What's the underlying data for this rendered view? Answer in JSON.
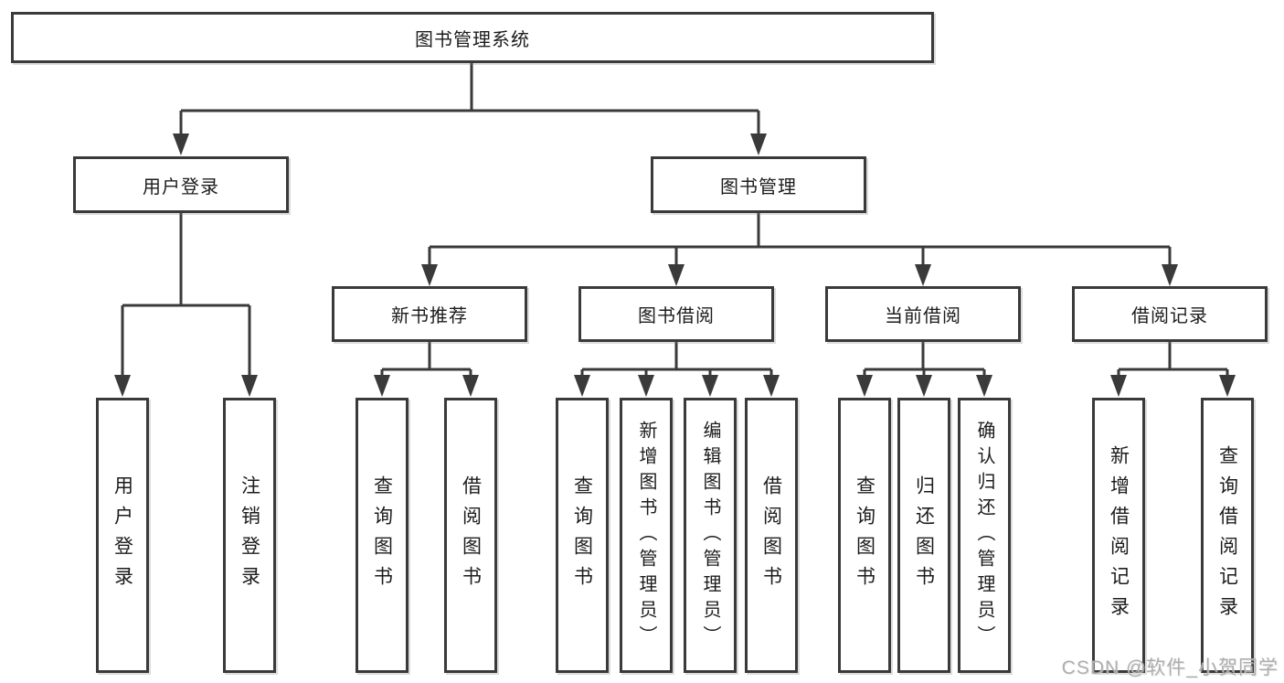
{
  "root": {
    "label": "图书管理系统"
  },
  "level2": {
    "user_login": "用户登录",
    "book_mgmt": "图书管理"
  },
  "level3": {
    "new_books": "新书推荐",
    "borrowing": "图书借阅",
    "current": "当前借阅",
    "records": "借阅记录"
  },
  "leaves": {
    "user_login": [
      "用户登录",
      "注销登录"
    ],
    "new_books": [
      "查询图书",
      "借阅图书"
    ],
    "borrowing": [
      "查询图书",
      "新增图书（管理员）",
      "编辑图书（管理员）",
      "借阅图书"
    ],
    "current": [
      "查询图书",
      "归还图书",
      "确认归还（管理员）"
    ],
    "records": [
      "新增借阅记录",
      "查询借阅记录"
    ]
  },
  "watermark": "CSDN @软件_小贺同学",
  "colors": {
    "line": "#3a3a3a",
    "border": "#3a3a3a",
    "text": "#1c1c1c",
    "watermark": "#aeaeae",
    "background": "#ffffff"
  }
}
